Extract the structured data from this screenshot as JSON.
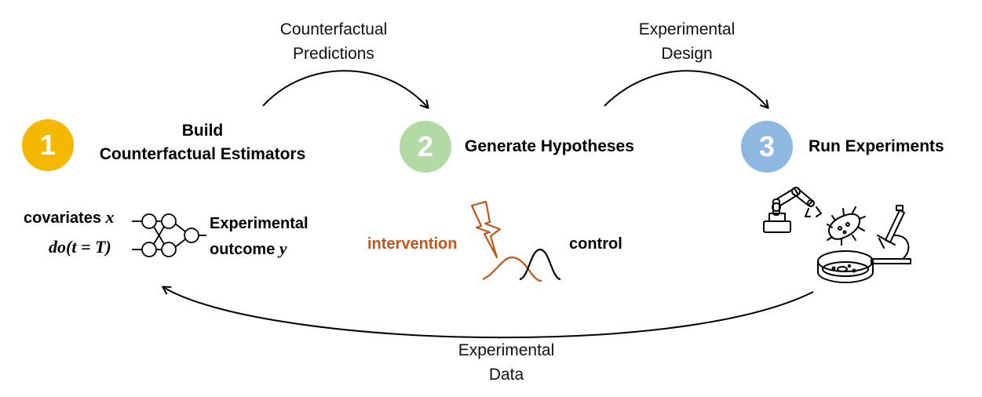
{
  "arrows": {
    "top_left": {
      "line1": "Counterfactual",
      "line2": "Predictions"
    },
    "top_right": {
      "line1": "Experimental",
      "line2": "Design"
    },
    "bottom": {
      "line1": "Experimental",
      "line2": "Data"
    }
  },
  "steps": [
    {
      "number": "1",
      "title_line1": "Build",
      "title_line2": "Counterfactual Estimators",
      "color": "#F5B800"
    },
    {
      "number": "2",
      "title_line1": "Generate Hypotheses",
      "color": "#B3D9A5"
    },
    {
      "number": "3",
      "title_line1": "Run Experiments",
      "color": "#8FB8E0"
    }
  ],
  "estimator": {
    "covariates_text": "covariates",
    "covariates_var": "x",
    "do_expr": "do(t = T)",
    "outcome_line1": "Experimental",
    "outcome_line2_text": "outcome",
    "outcome_var": "y"
  },
  "hypotheses": {
    "intervention": "intervention",
    "control": "control",
    "intervention_color": "#C0561C"
  },
  "icons": [
    "robot-arm-icon",
    "bacteria-icon",
    "microscope-icon",
    "petri-dish-icon",
    "lightning-icon",
    "neural-network-icon"
  ]
}
